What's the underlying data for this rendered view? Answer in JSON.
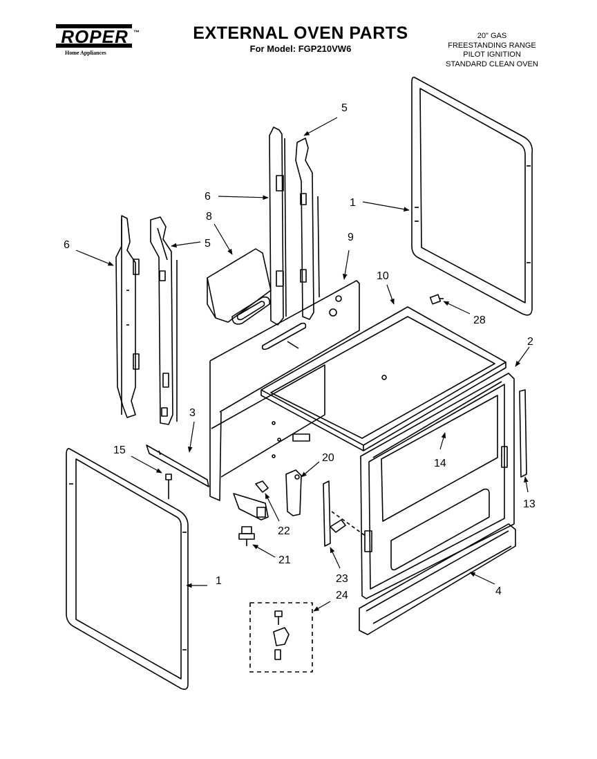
{
  "header": {
    "brand": "ROPER",
    "brand_tm": "™",
    "brand_subtitle": "Home Appliances",
    "title": "EXTERNAL OVEN PARTS",
    "model_line": "For Model: FGP210VW6",
    "spec_lines": [
      "20\" GAS",
      "FREESTANDING RANGE",
      "PILOT IGNITION",
      "STANDARD CLEAN OVEN"
    ]
  },
  "callouts": {
    "p1a": "1",
    "p1b": "1",
    "p2": "2",
    "p3": "3",
    "p4": "4",
    "p5a": "5",
    "p5b": "5",
    "p6a": "6",
    "p6b": "6",
    "p8": "8",
    "p9": "9",
    "p10": "10",
    "p13": "13",
    "p14": "14",
    "p15": "15",
    "p20": "20",
    "p21": "21",
    "p22": "22",
    "p23": "23",
    "p24": "24",
    "p28": "28"
  }
}
